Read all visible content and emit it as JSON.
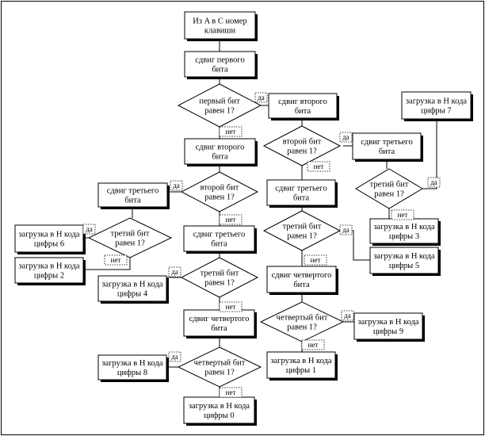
{
  "nodes": {
    "start": "Из A в C номер клавиши",
    "shift1": "сдвиг первого бита",
    "d1": "первый бит равен 1?",
    "shift2a": "сдвиг второго бита",
    "shift2b": "сдвиг второго бита",
    "d2a": "второй бит равен 1?",
    "d2b": "второй бит равен 1?",
    "shift3a": "сдвиг третьего бита",
    "shift3b": "сдвиг третьего бита",
    "shift3c": "сдвиг третьего бита",
    "shift3d": "сдвиг третьего бита",
    "d3a": "третий бит равен 1?",
    "d3b": "третий бит равен 1?",
    "d3c": "третий бит равен 1?",
    "d3d": "третий бит равен 1?",
    "load6": "загрузка в H кода цифры 6",
    "load2": "загрузка в H кода цифры 2",
    "load4": "загрузка в H кода цифры 4",
    "shift4a": "сдвиг четвертого бита",
    "shift4b": "сдвиг четвертого бита",
    "d4a": "четвертый бит равен 1?",
    "d4b": "четвертый бит равен 1?",
    "load8": "загрузка в H кода цифры 8",
    "load0": "загрузка в H кода цифры 0",
    "load9": "загрузка в H кода цифры 9",
    "load1": "загрузка в H кода цифры 1",
    "load7": "загрузка в H кода цифры 7",
    "load3": "загрузка в H кода цифры 3",
    "load5": "загрузка в H кода цифры 5"
  },
  "labels": {
    "yes": "да",
    "no": "нет"
  }
}
